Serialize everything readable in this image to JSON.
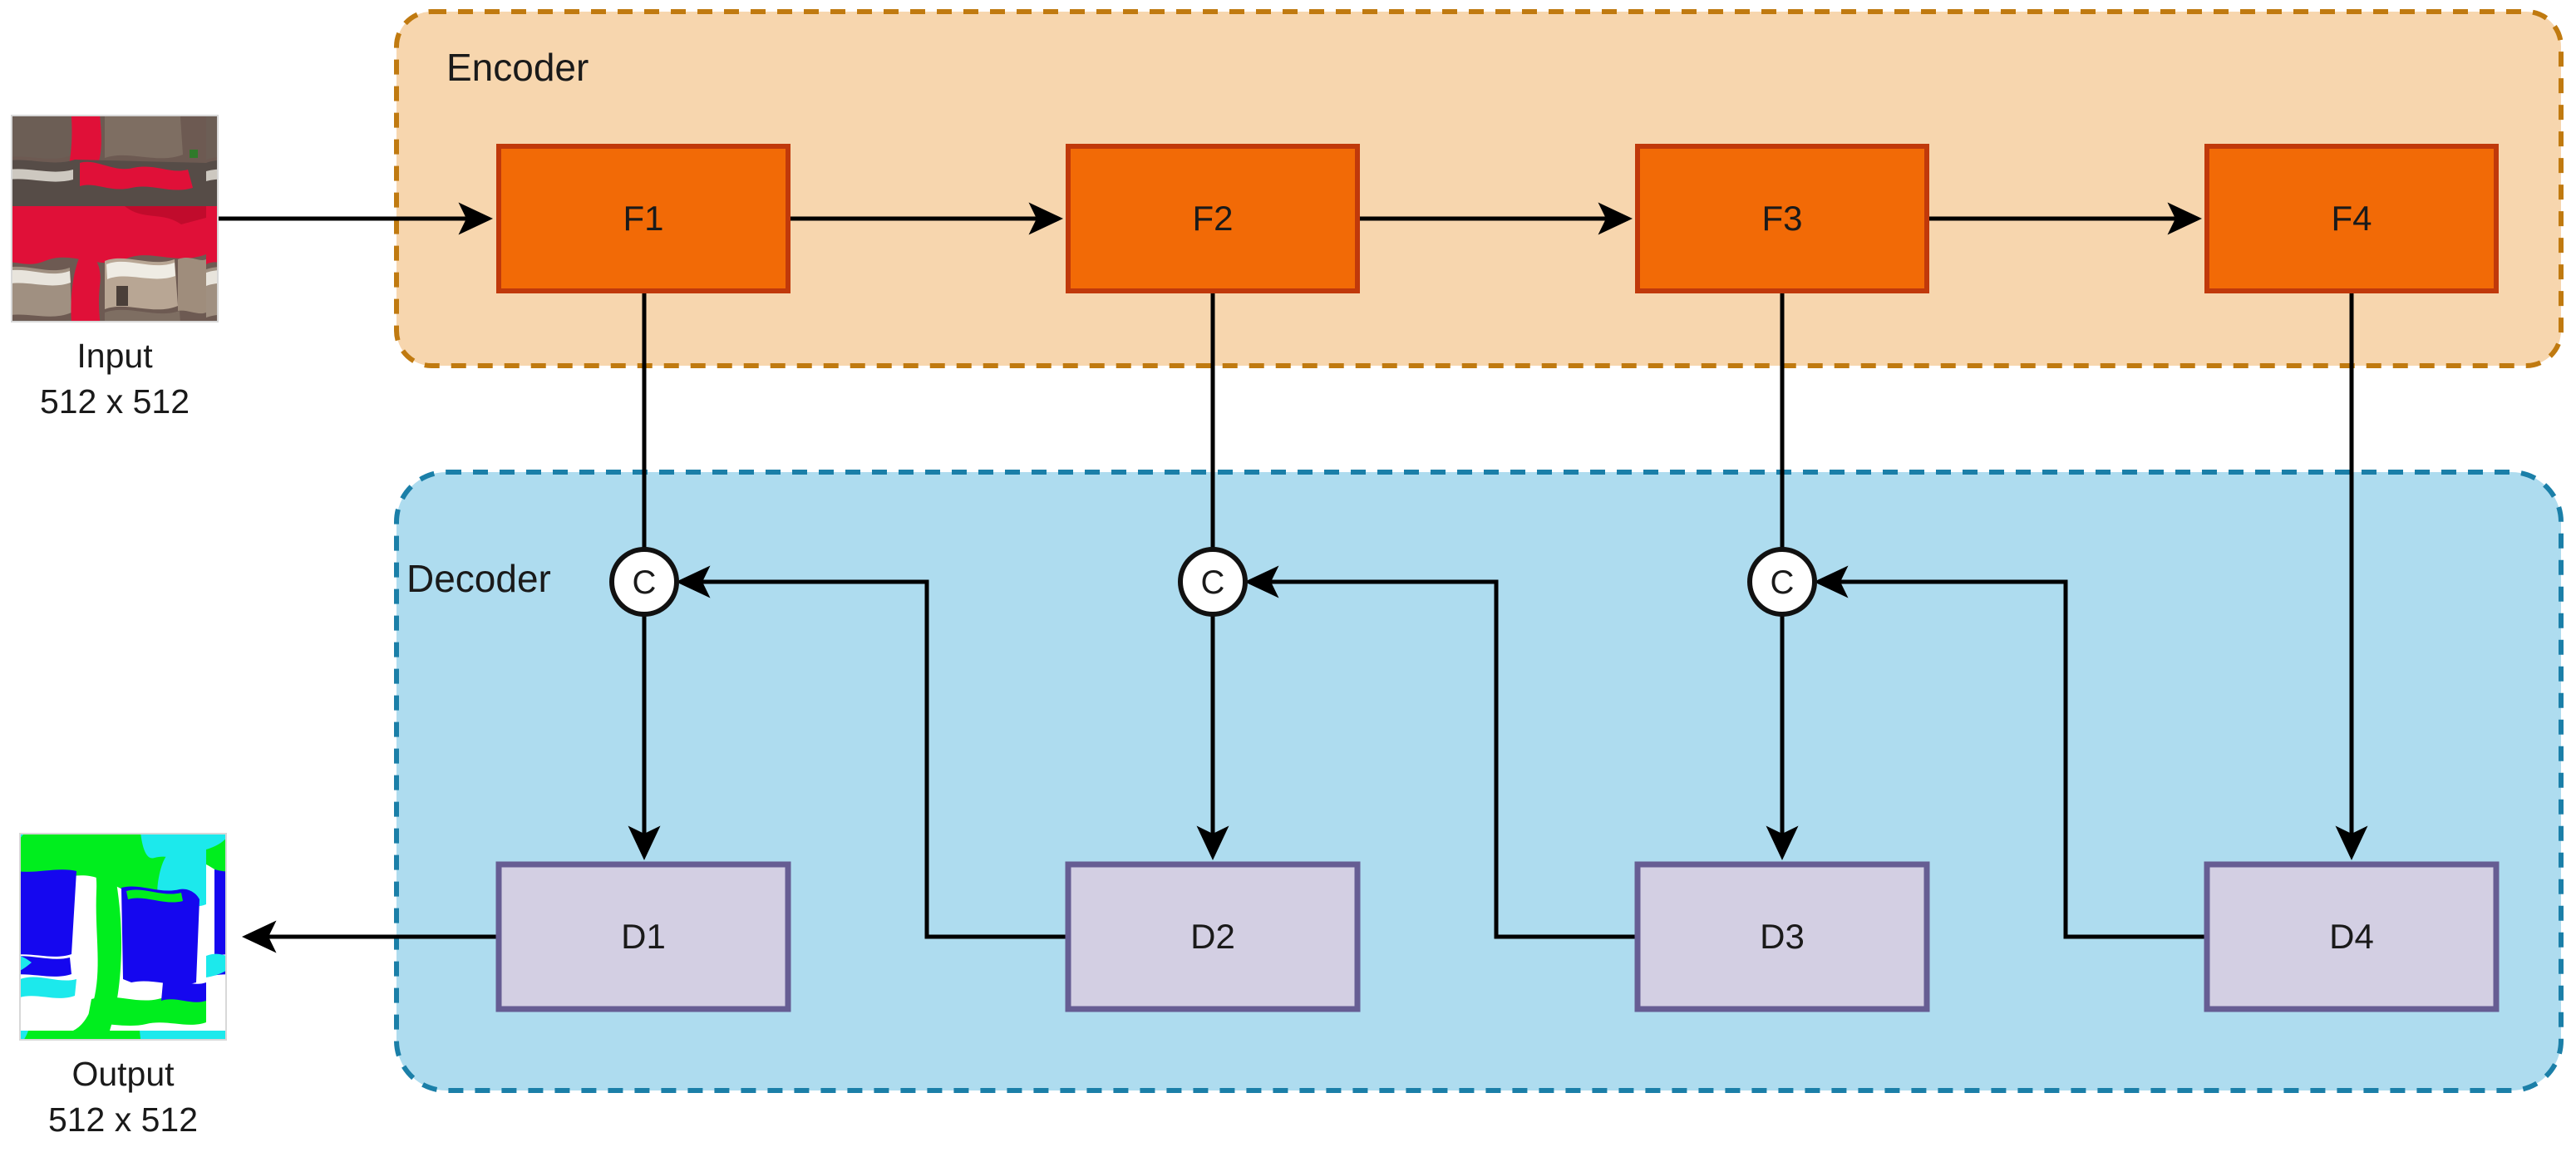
{
  "figure": {
    "type": "neural-network-architecture-diagram",
    "description": "U-Net style encoder-decoder with skip connections and concatenation nodes"
  },
  "groups": {
    "encoder": {
      "label": "Encoder",
      "fill": "#f7d6ae",
      "border": "#c07a10",
      "border_style": "dashed"
    },
    "decoder": {
      "label": "Decoder",
      "fill": "#aedcef",
      "border": "#1b7fa8",
      "border_style": "dashed"
    }
  },
  "encoder_blocks": [
    {
      "label": "F1",
      "fill": "#f26a06",
      "border": "#c0390b"
    },
    {
      "label": "F2",
      "fill": "#f26a06",
      "border": "#c0390b"
    },
    {
      "label": "F3",
      "fill": "#f26a06",
      "border": "#c0390b"
    },
    {
      "label": "F4",
      "fill": "#f26a06",
      "border": "#c0390b"
    }
  ],
  "decoder_blocks": [
    {
      "label": "D1",
      "fill": "#d3cfe3",
      "border": "#665d93"
    },
    {
      "label": "D2",
      "fill": "#d3cfe3",
      "border": "#665d93"
    },
    {
      "label": "D3",
      "fill": "#d3cfe3",
      "border": "#665d93"
    },
    {
      "label": "D4",
      "fill": "#d3cfe3",
      "border": "#665d93"
    }
  ],
  "concat_nodes": [
    {
      "label": "C",
      "fill": "#ffffff",
      "border": "#111111"
    },
    {
      "label": "C",
      "fill": "#ffffff",
      "border": "#111111"
    },
    {
      "label": "C",
      "fill": "#ffffff",
      "border": "#111111"
    }
  ],
  "io": {
    "input": {
      "caption_line1": "Input",
      "caption_line2": "512 x 512",
      "kind": "false-color-infrared-aerial-image"
    },
    "output": {
      "caption_line1": "Output",
      "caption_line2": "512 x 512",
      "kind": "segmentation-mask",
      "class_colors": [
        "#00ee1e",
        "#1507ef",
        "#1ce9ec",
        "#ffffff"
      ]
    }
  },
  "edges": {
    "stroke": "#000000",
    "arrow": "solid-triangle"
  }
}
